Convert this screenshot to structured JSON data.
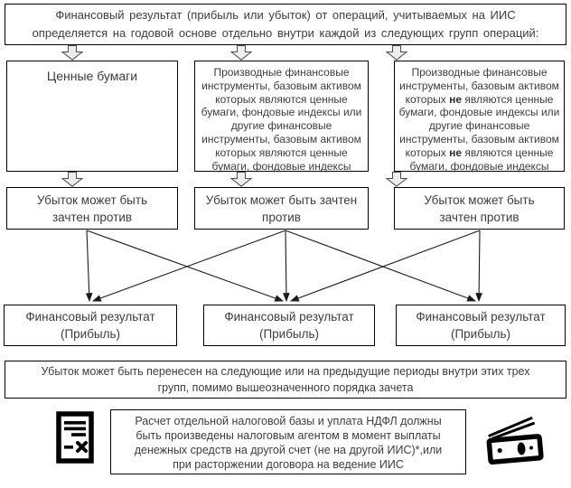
{
  "header": {
    "text": "Финансовый результат (прибыль или убыток) от операций, учитываемых на ИИС\nопределяется на годовой основе отдельно внутри каждой из следующих групп операций:"
  },
  "groups": {
    "securities": "Ценные бумаги",
    "derivatives_securities": "Производные финансовые инструменты, базовым активом которых являются ценные бумаги, фондовые индексы или другие финансовые инструменты, базовым активом которых являются ценные бумаги, фондовые индексы",
    "derivatives_other": {
      "part1": "Производные финансовые инструменты, базовым активом которых",
      "bold1": "не",
      "part2": "являются ценные бумаги, фондовые индексы или другие финансовые инструменты, базовым активом которых",
      "bold2": "не",
      "part3": "являются ценные бумаги, фондовые индексы"
    }
  },
  "offset_boxes": {
    "left": "Убыток может быть\nзачтен против",
    "middle": "Убыток может быть зачтен\nпротив",
    "right": "Убыток может быть\nзачтен против"
  },
  "result_boxes": {
    "left": "Финансовый результат\n(Прибыль)",
    "middle": "Финансовый результат\n(Прибыль)",
    "right": "Финансовый результат\n(Прибыль)"
  },
  "carryforward": "Убыток может быть перенесен на следующие или на предыдущие периоды внутри этих трех\nгрупп, помимо вышеозначенного порядка зачета",
  "footnote": "Расчет отдельной налоговой базы и уплата НДФЛ должны\nбыть произведены налоговым агентом в момент выплаты\nденежных средств на другой счет (не на другой ИИС)*,или\nпри расторжении договора на ведение ИИС",
  "icons": {
    "left": "tax-document-icon",
    "right": "money-icon"
  },
  "colors": {
    "border": "#000000",
    "text": "#3d3d3d",
    "arrow_fill": "#ededed",
    "arrow_stroke": "#4d4d4d",
    "connector": "#1a1a1a"
  }
}
